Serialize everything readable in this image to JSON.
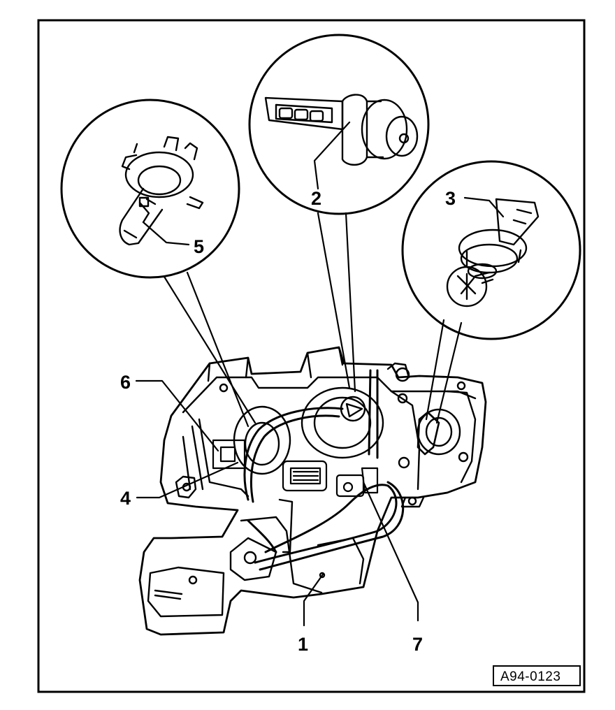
{
  "figure": {
    "reference": "A94-0123",
    "callouts": [
      {
        "id": "c1",
        "text": "1"
      },
      {
        "id": "c2",
        "text": "2"
      },
      {
        "id": "c3",
        "text": "3"
      },
      {
        "id": "c4",
        "text": "4"
      },
      {
        "id": "c5",
        "text": "5"
      },
      {
        "id": "c6",
        "text": "6"
      },
      {
        "id": "c7",
        "text": "7"
      }
    ]
  }
}
